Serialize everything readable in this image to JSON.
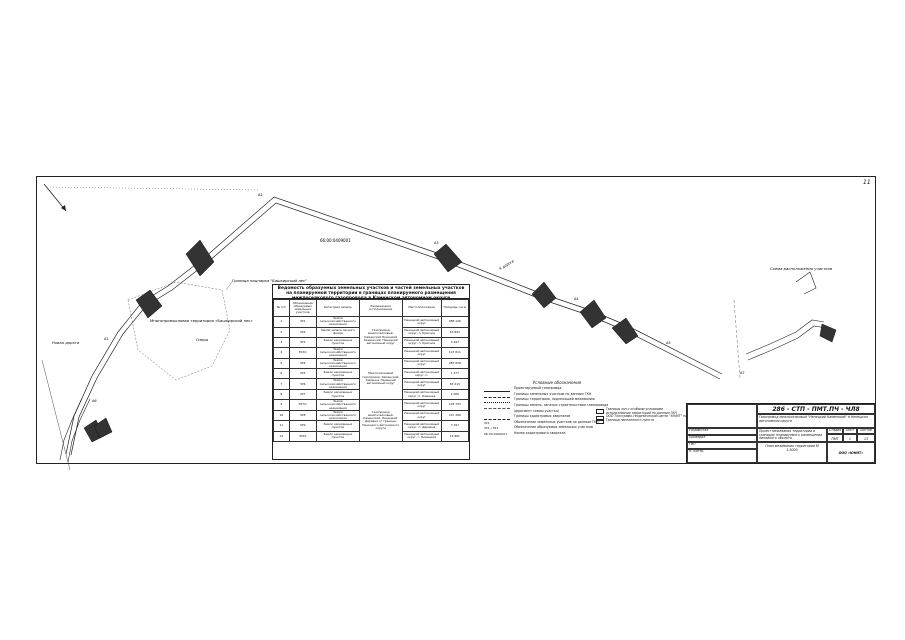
{
  "sheet": {
    "sheet_no": "11",
    "north_arrow": "north-arrow"
  },
  "map_labels": {
    "cadastral_block": "66:00:0409001",
    "forest_boundary": "Граница нацпарка \"Башкирский лес\"",
    "lake_label": "Многопромысловая территория «Башкирский лес»",
    "lake_sub": "Озеро",
    "road_left": "Новая дорога",
    "points": [
      "А1",
      "А2",
      "А3",
      "А4",
      "А5",
      "А6",
      "А7"
    ],
    "legend_road_top": "К дороге",
    "fragment_label": "Схема расположения участков"
  },
  "parcel_table": {
    "title": "Ведомость образуемых земельных участков и частей земельных участков на планируемой территории в границах планируемого размещения межпоселкового газопровода в Каменском автономном округе",
    "headers": [
      "№ п/п",
      "Обозначение образуемых земельных участков",
      "Категория земель",
      "Разрешенное использование",
      "Местоположение",
      "Площадь, кв.м"
    ],
    "rows": [
      [
        "1",
        "ЗУ1",
        "Земли сельскохозяйственного назначения",
        "",
        "Ненецкий автономный округ",
        "288 126"
      ],
      [
        "2",
        "ЗУ2",
        "Земли запаса лесного фонда",
        "",
        "Ненецкий автономный округ, п. Красное",
        "63 893"
      ],
      [
        "3",
        "ЗУ3",
        "Земли населенных пунктов",
        "",
        "Ненецкий автономный округ, п. Красное",
        "4 497"
      ],
      [
        "4",
        "ЗУ3/1",
        "Земли сельскохозяйственного назначения",
        "",
        "Ненецкий автономный округ",
        "123 811"
      ],
      [
        "5",
        "ЗУ4",
        "Земли сельскохозяйственного назначения",
        "",
        "Ненецкий автономный округ",
        "283 828"
      ],
      [
        "6",
        "ЗУ5",
        "Земли населенных пунктов",
        "",
        "Ненецкий автономный округ, п.",
        "1 377"
      ],
      [
        "7",
        "ЗУ6",
        "Земли сельскохозяйственного назначения",
        "",
        "Ненецкий автономный округ",
        "83 213"
      ],
      [
        "8",
        "ЗУ7",
        "Земли населенных пунктов",
        "",
        "Ненецкий автономный округ, п. Каменка",
        "2 066"
      ],
      [
        "9",
        "ЗУ7/1",
        "Земли сельскохозяйственного назначения",
        "",
        "Ненецкий автономный округ",
        "128 793"
      ],
      [
        "10",
        "ЗУ8",
        "Земли сельскохозяйственного назначения",
        "",
        "Ненецкий автономный округ",
        "197 368"
      ],
      [
        "11",
        "ЗУ9",
        "Земли населенных пунктов",
        "",
        "Ненецкий автономный округ, п. Деревня",
        "7 297"
      ],
      [
        "12",
        "ЗУ10",
        "Земли населенных пунктов",
        "",
        "Ненецкий автономный округ, г. Ненецкий",
        "14 881"
      ]
    ],
    "merged_use_1": "Газопровод межпоселковый. Каменский Ненецкий Каменский. Ненецкий автономный округ",
    "merged_use_2": "Межпоселковый газопровод. Каменский. Каменка. Ненецкий автономный округ",
    "merged_use_3": "Газопровод межпоселковый. Каменский. Ненецкий. Деревня от границы Ненецкого автономного округа"
  },
  "legend": {
    "title": "Условные обозначения",
    "items": [
      {
        "sym": "",
        "label": "Проектируемый газопровод"
      },
      {
        "sym": "",
        "label": "Границы земельных участков по данным ГКН"
      },
      {
        "sym": "",
        "label": "Границы территории, подлежащей межеванию"
      },
      {
        "sym": "",
        "label": "Границы земель, занятых строительством газопровода"
      },
      {
        "sym": "",
        "label": "(фрагмент схемы участка)"
      },
      {
        "sym": "",
        "label": "Границы кадастровых кварталов"
      },
      {
        "sym": "ЗУ1",
        "label": "Обозначение земельных участков по данным ГКН"
      },
      {
        "sym": "ЗУ1 / ЗУ1",
        "label": "Обозначение образуемых земельных участков"
      },
      {
        "sym": "66:00:0000001",
        "label": "Номер кадастрового квартала"
      }
    ]
  },
  "notes": [
    "Границы зон с особыми условиями",
    "использования территорий по данным ГКН",
    "ООО Топографо-геодезический центр \"ЮНИТ\" на ЗУ1",
    "Граница населенного пункта"
  ],
  "stamp": {
    "code": "286 - СТП - ПМТ.ПЧ - ЧЛ8",
    "object": "Газопровод межпоселковый \"Ненецкий Каменский\" в Ненецком автономном округе",
    "title": "Проект межевания территории в границах планируемого размещения линейного объекта",
    "sheet_title": "План межевания территории М 1:5000",
    "stage_label": "Стадия",
    "stage": "ПМТ",
    "sheet_label": "Лист",
    "sheet": "1",
    "sheets_label": "Листов",
    "sheets": "13",
    "company": "ООО «ЮНИТ»",
    "roles": [
      "Разработал",
      "Проверил",
      "ГИП",
      "Н. контр."
    ]
  }
}
